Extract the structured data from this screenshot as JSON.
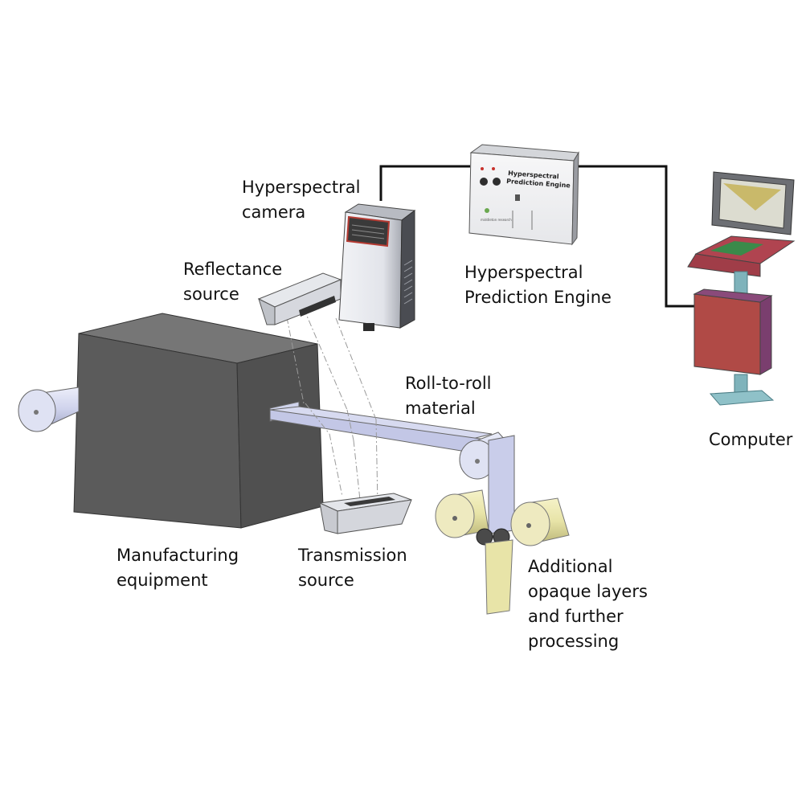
{
  "labels": {
    "hyperspectral_camera": [
      "Hyperspectral",
      "camera"
    ],
    "reflectance_source": [
      "Reflectance",
      "source"
    ],
    "prediction_engine": [
      "Hyperspectral",
      "Prediction Engine"
    ],
    "roll_to_roll": [
      "Roll-to-roll",
      "material"
    ],
    "computer": "Computer",
    "manufacturing_equipment": [
      "Manufacturing",
      "equipment"
    ],
    "transmission_source": [
      "Transmission",
      "source"
    ],
    "additional_layers": [
      "Additional",
      "opaque layers",
      "and further",
      "processing"
    ]
  },
  "engine_box": {
    "brand_lines": [
      "Hyperspectral",
      "Prediction Engine"
    ],
    "logo_text": "middleton research"
  },
  "colors": {
    "equipment_gray": "#5a5a5a",
    "camera_body": "#e4e6ea",
    "material_blue": "#cfd3ec",
    "opaque_layer": "#e8e4a8",
    "computer_body": "#b04a46",
    "computer_stand": "#7fb3bb",
    "cable": "#111111"
  }
}
